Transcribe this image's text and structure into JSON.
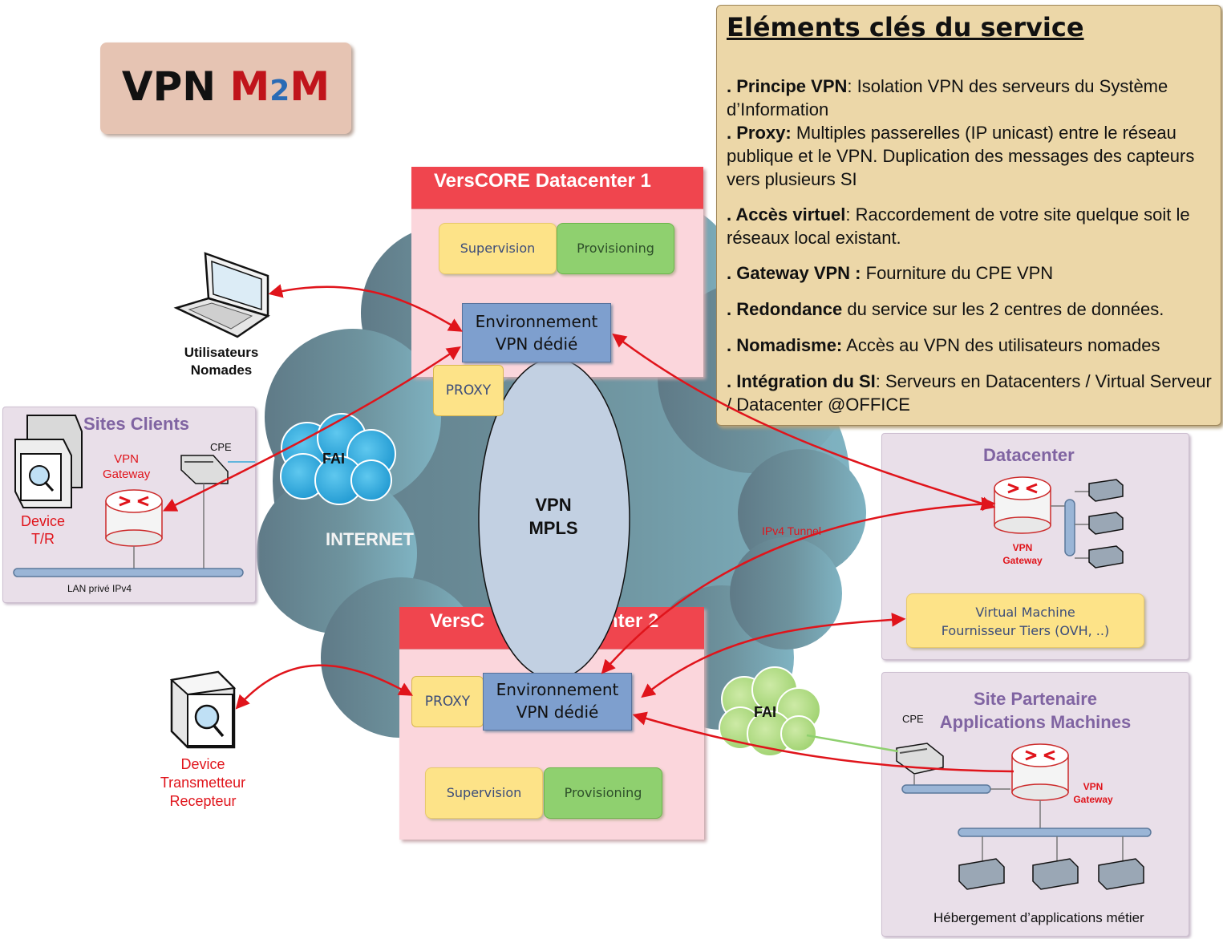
{
  "title": {
    "prefix": "VPN ",
    "m1": "M",
    "two": "2",
    "m2": "M"
  },
  "internet_label": "INTERNET",
  "vpn_mpls": [
    "VPN",
    "MPLS"
  ],
  "datacenter1": {
    "title": "VersCORE  Datacenter 1",
    "supervision": "Supervision",
    "provisioning": "Provisioning",
    "env": [
      "Environnement",
      "VPN dédié"
    ],
    "proxy": "PROXY"
  },
  "datacenter2": {
    "title_left": "VersC",
    "title_right": "nter 2",
    "supervision": "Supervision",
    "provisioning": "Provisioning",
    "env": [
      "Environnement",
      "VPN dédié"
    ],
    "proxy": "PROXY"
  },
  "nomads": [
    "Utilisateurs",
    "Nomades"
  ],
  "sites_clients": {
    "title": "Sites Clients",
    "device": [
      "Device",
      "T/R"
    ],
    "gateway": [
      "VPN",
      "Gateway"
    ],
    "cpe": "CPE",
    "lan": "LAN privé  IPv4"
  },
  "fai1": "FAI",
  "fai2": "FAI",
  "device_trx": [
    "Device",
    "Transmetteur",
    "Recepteur"
  ],
  "ipv4_tunnel": "IPv4 Tunnel",
  "datacenter_right": {
    "title": "Datacenter",
    "gateway": [
      "VPN",
      "Gateway"
    ],
    "vm": [
      "Virtual Machine",
      "Fournisseur Tiers (OVH, ..)"
    ]
  },
  "partner": {
    "title": [
      "Site Partenaire",
      "Applications Machines"
    ],
    "cpe": "CPE",
    "gateway": [
      "VPN",
      "Gateway"
    ],
    "hosting": "Hébergement d’applications métier"
  },
  "key_elements": {
    "heading": "Eléments clés du service",
    "items": [
      {
        "b": " . Principe VPN",
        "t": ": Isolation VPN des  serveurs du Système d’Information"
      },
      {
        "b": " . Proxy:",
        "t": " Multiples passerelles (IP unicast) entre le réseau publique et le VPN. Duplication des messages des capteurs vers plusieurs SI"
      },
      {
        "b": " . Accès virtuel",
        "t": ": Raccordement de votre site quelque soit le réseaux local existant."
      },
      {
        "b": " . Gateway VPN :",
        "t": " Fourniture du CPE VPN"
      },
      {
        "b": " . Redondance",
        "t": " du service sur les 2 centres de données."
      },
      {
        "b": " . Nomadisme:",
        "t": "  Accès au VPN des utilisateurs nomades"
      },
      {
        "b": " . Intégration du SI",
        "t": ": Serveurs en Datacenters / Virtual Serveur / Datacenter @OFFICE"
      }
    ]
  },
  "colors": {
    "cloud": "#6f8f9b",
    "arrow": "#e0141b",
    "mpls": "#c2d0e2"
  }
}
